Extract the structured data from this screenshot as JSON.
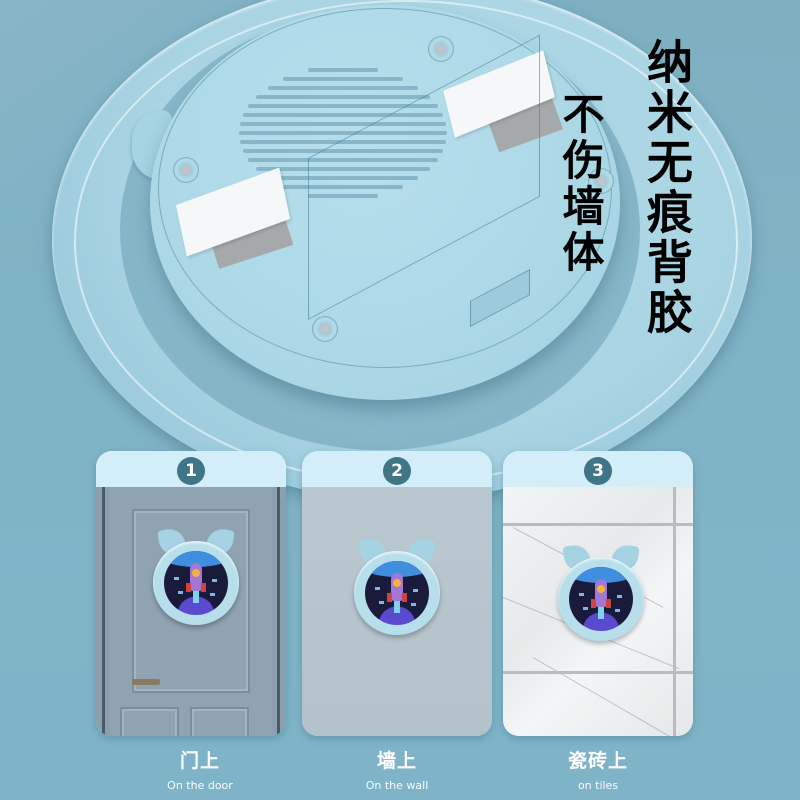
{
  "headline": {
    "main_vertical": "纳米无痕背胶",
    "sub_vertical": "不伤墙体"
  },
  "product": {
    "view": "back-of-device",
    "features": [
      "speaker-grille",
      "adhesive-pads",
      "screw-mounts",
      "battery-cover"
    ]
  },
  "cards": [
    {
      "number": "1",
      "scene": "door",
      "label_zh": "门上",
      "label_en": "On the door"
    },
    {
      "number": "2",
      "scene": "wall",
      "label_zh": "墙上",
      "label_en": "On the wall"
    },
    {
      "number": "3",
      "scene": "tiles",
      "label_zh": "瓷砖上",
      "label_en": "on tiles"
    }
  ],
  "colors": {
    "background": "#7fb2c5",
    "badge": "#3f7585",
    "card_header": "#d3eef9",
    "product_body": "#acd8e6",
    "text_vertical": "#000000",
    "text_label": "#ffffff"
  }
}
